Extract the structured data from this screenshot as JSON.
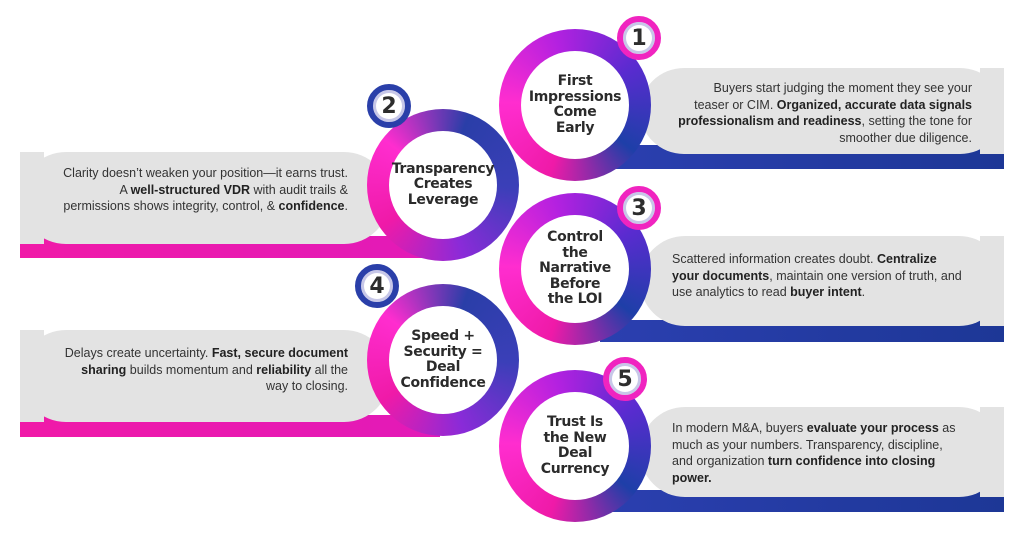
{
  "steps": [
    {
      "number": "1",
      "title_lines": [
        "First",
        "Impressions",
        "Come",
        "Early"
      ],
      "desc_parts": [
        {
          "t": "Buyers start judging the moment they see your teaser or CIM. ",
          "b": false
        },
        {
          "t": "Organized, accurate data signals professionalism and readiness",
          "b": true
        },
        {
          "t": ", setting the tone for smoother due diligence.",
          "b": false
        }
      ]
    },
    {
      "number": "2",
      "title_lines": [
        "Transparency",
        "Creates",
        "Leverage"
      ],
      "desc_parts": [
        {
          "t": "Clarity doesn’t weaken your position—it earns trust. A ",
          "b": false
        },
        {
          "t": "well-structured VDR",
          "b": true
        },
        {
          "t": " with audit trails & permissions shows integrity, control, & ",
          "b": false
        },
        {
          "t": "confidence",
          "b": true
        },
        {
          "t": ".",
          "b": false
        }
      ]
    },
    {
      "number": "3",
      "title_lines": [
        "Control",
        "the",
        "Narrative",
        "Before",
        "the LOI"
      ],
      "desc_parts": [
        {
          "t": "Scattered information creates doubt. ",
          "b": false
        },
        {
          "t": "Centralize your documents",
          "b": true
        },
        {
          "t": ", maintain one version of truth, and use analytics to read ",
          "b": false
        },
        {
          "t": "buyer intent",
          "b": true
        },
        {
          "t": ".",
          "b": false
        }
      ]
    },
    {
      "number": "4",
      "title_lines": [
        "Speed +",
        "Security =",
        "Deal",
        "Confidence"
      ],
      "desc_parts": [
        {
          "t": "Delays create uncertainty. ",
          "b": false
        },
        {
          "t": "Fast, secure document sharing",
          "b": true
        },
        {
          "t": " builds momentum and ",
          "b": false
        },
        {
          "t": "reliability",
          "b": true
        },
        {
          "t": " all the way to closing.",
          "b": false
        }
      ]
    },
    {
      "number": "5",
      "title_lines": [
        "Trust Is",
        "the New",
        "Deal",
        "Currency"
      ],
      "desc_parts": [
        {
          "t": "In modern M&A, buyers ",
          "b": false
        },
        {
          "t": "evaluate your process",
          "b": true
        },
        {
          "t": " as much as your numbers. Transparency, discipline, and organization ",
          "b": false
        },
        {
          "t": "turn confidence into closing power.",
          "b": true
        }
      ]
    }
  ],
  "colors": {
    "magenta": "#ef1aa8",
    "blue": "#1f3a9e",
    "card_gray": "#e3e3e3"
  }
}
